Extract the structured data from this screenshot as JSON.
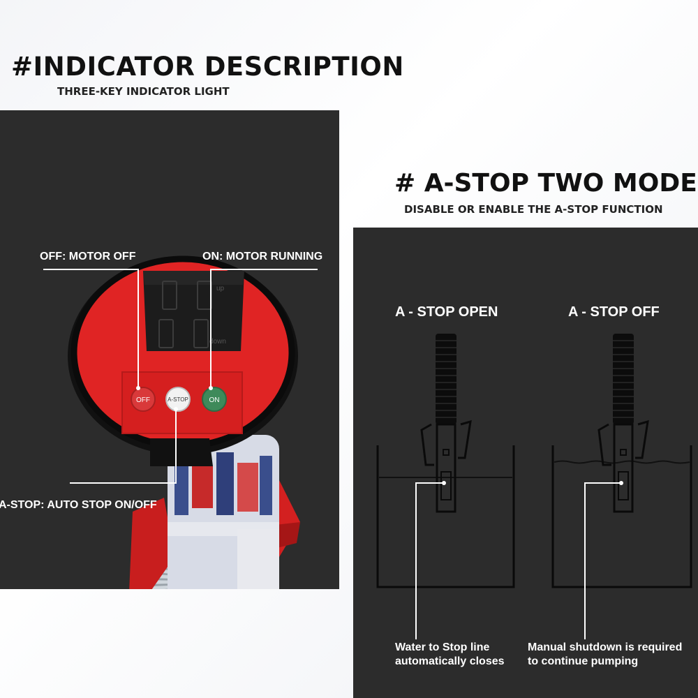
{
  "indicator": {
    "title": "#INDICATOR DESCRIPTION",
    "subtitle": "THREE-KEY INDICATOR LIGHT",
    "labels": {
      "off": "OFF: MOTOR OFF",
      "on": "ON: MOTOR RUNNING",
      "astop": "A-STOP: AUTO STOP ON/OFF"
    },
    "buttons": {
      "off": "OFF",
      "astop": "A-STOP",
      "on": "ON"
    },
    "battery_labels": {
      "up": "up",
      "down": "down"
    }
  },
  "astop": {
    "title": "# A-STOP TWO MODES",
    "subtitle": "DISABLE OR ENABLE THE A-STOP FUNCTION",
    "modes": [
      {
        "title": "A - STOP OPEN",
        "caption_line1": "Water to Stop line",
        "caption_line2": "automatically closes"
      },
      {
        "title": "A - STOP OFF",
        "caption_line1": "Manual shutdown is required",
        "caption_line2": "to continue pumping"
      }
    ]
  },
  "colors": {
    "panel": "#2c2c2c",
    "device_red": "#e02424",
    "off_button": "#d9393a",
    "on_button": "#3e8a5a"
  }
}
